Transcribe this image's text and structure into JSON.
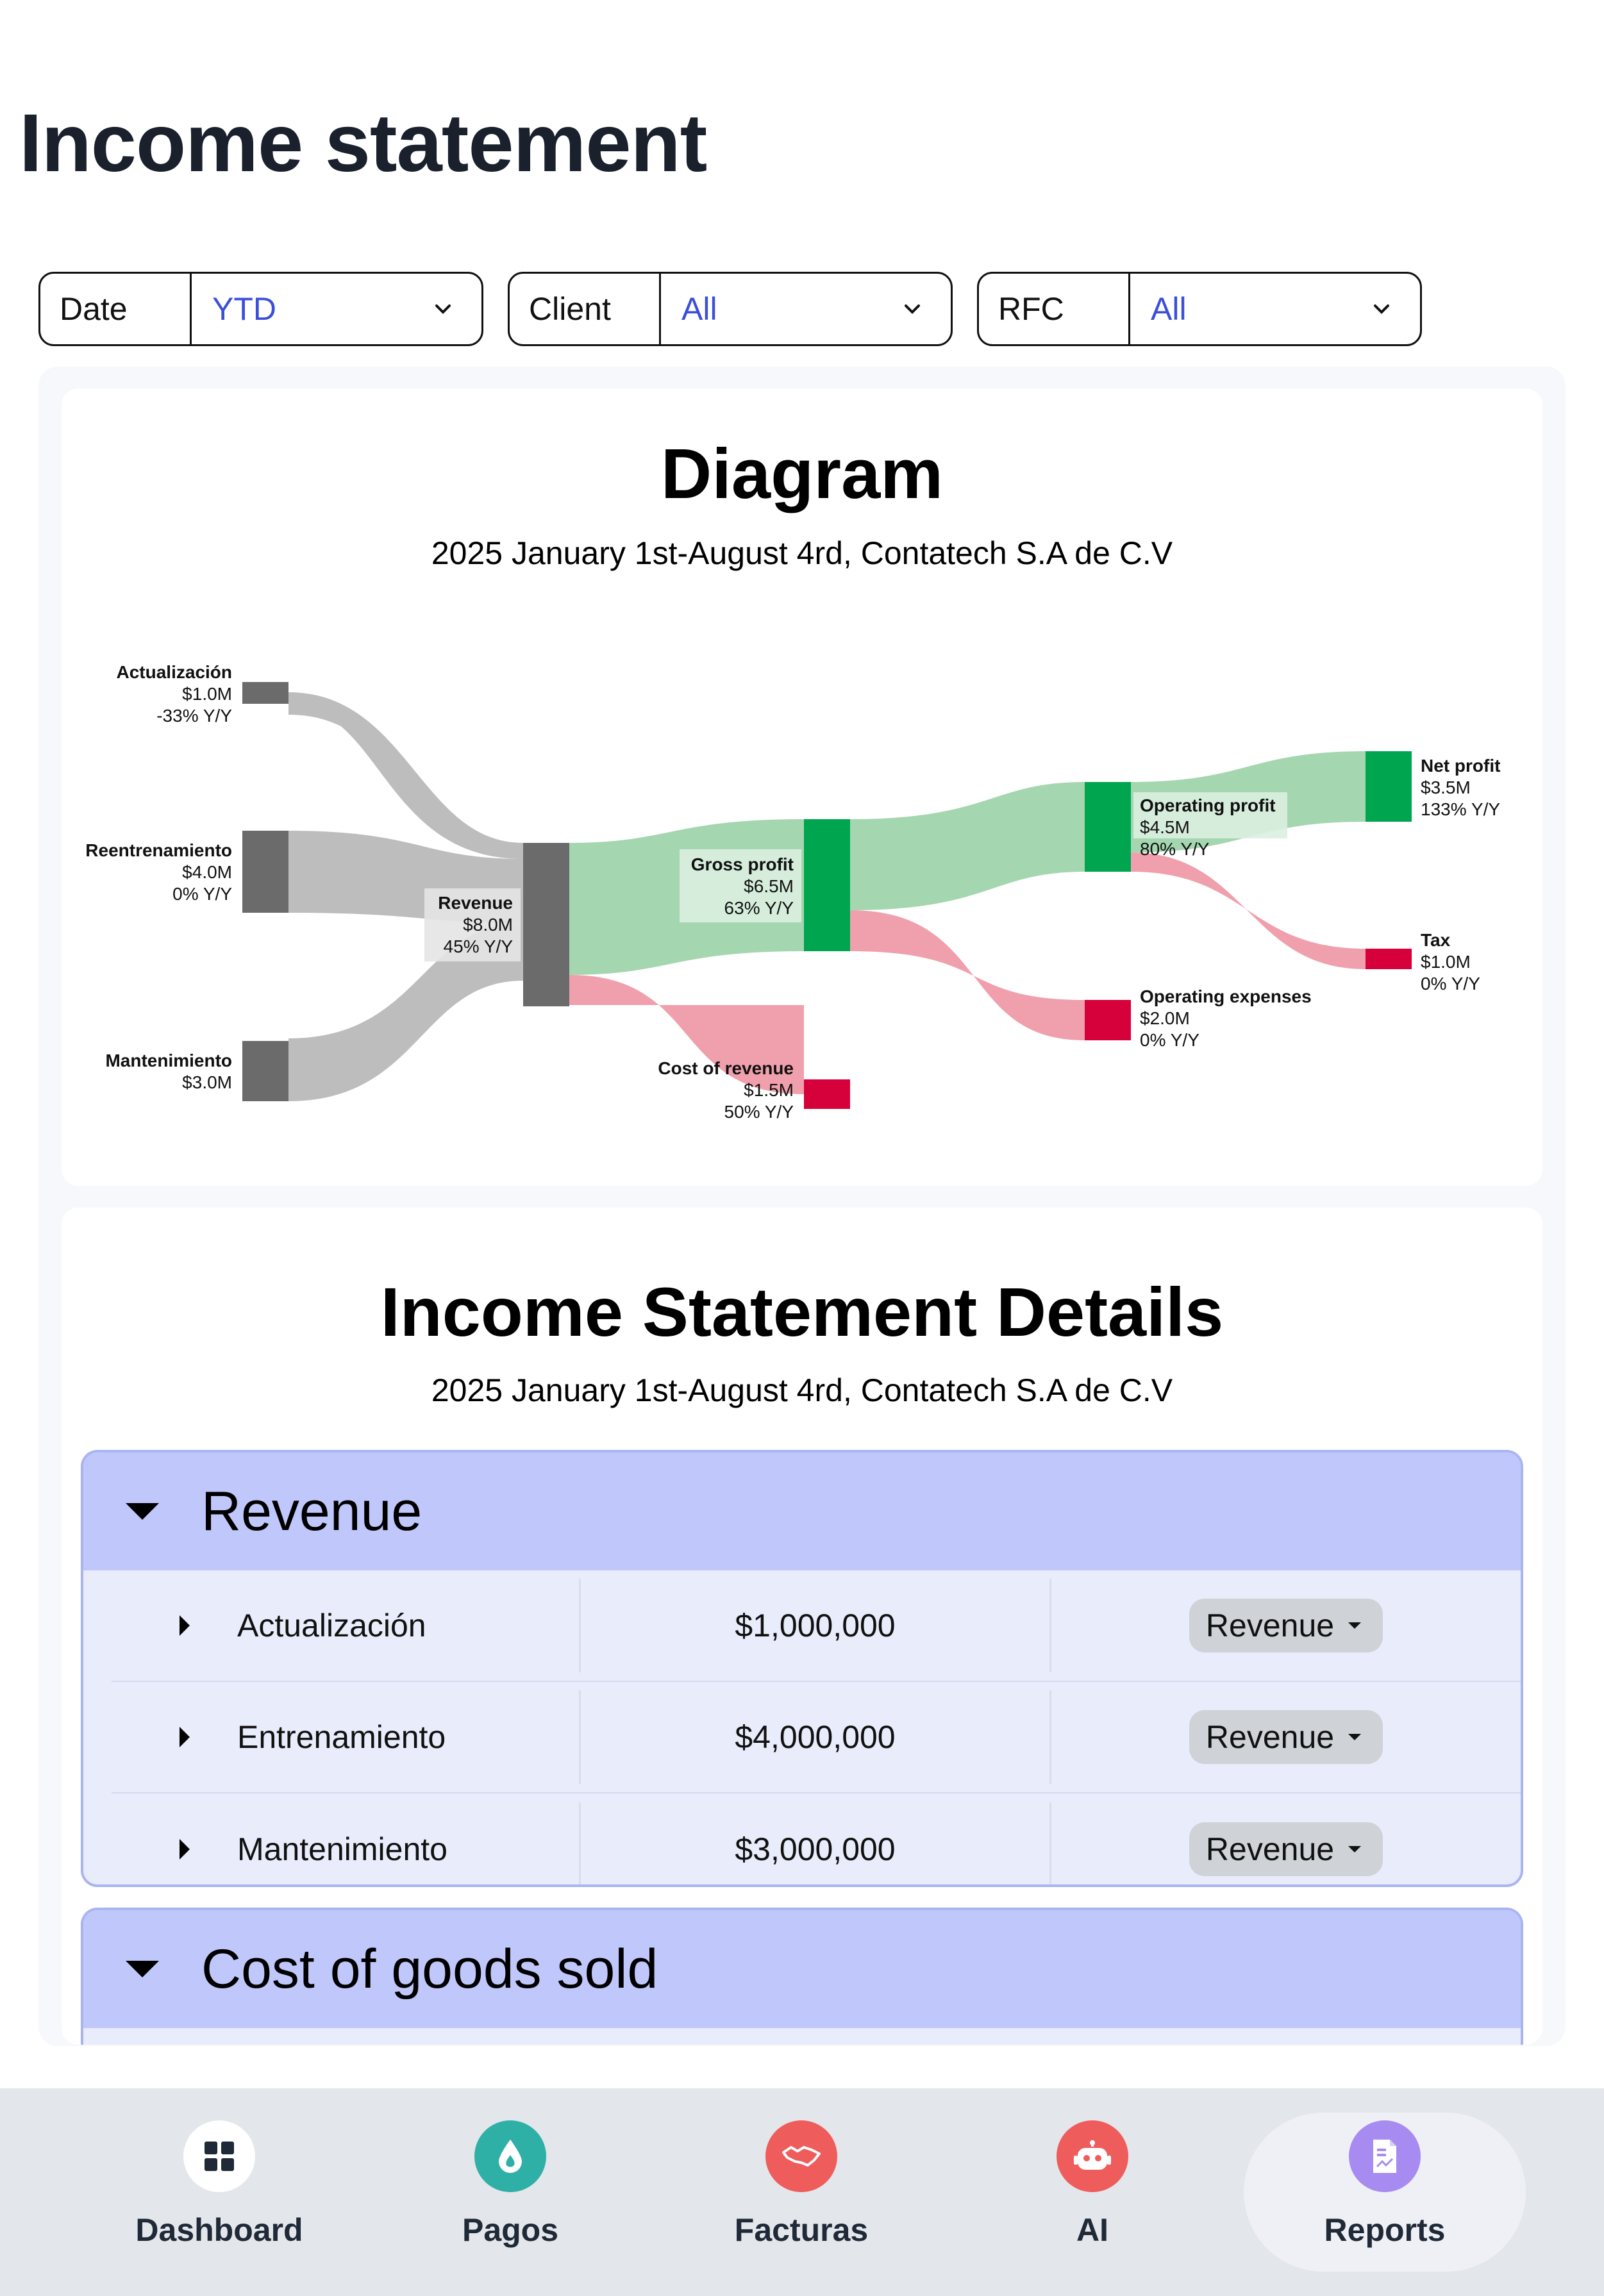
{
  "page": {
    "title": "Income statement"
  },
  "filters": [
    {
      "label": "Date",
      "value": "YTD"
    },
    {
      "label": "Client",
      "value": "All"
    },
    {
      "label": "RFC",
      "value": "All"
    }
  ],
  "diagram": {
    "title": "Diagram",
    "subtitle": "2025 January 1st-August 4rd, Contatech S.A de C.V",
    "nodes": {
      "actualizacion": {
        "name": "Actualización",
        "value": "$1.0M",
        "yoy": "-33% Y/Y"
      },
      "entrenamiento": {
        "name": "Reentrenamiento",
        "value": "$4.0M",
        "yoy": "0% Y/Y"
      },
      "mantenimiento": {
        "name": "Mantenimiento",
        "value": "$3.0M",
        "yoy": ""
      },
      "revenue": {
        "name": "Revenue",
        "value": "$8.0M",
        "yoy": "45% Y/Y"
      },
      "gross_profit": {
        "name": "Gross profit",
        "value": "$6.5M",
        "yoy": "63% Y/Y"
      },
      "cost_of_revenue": {
        "name": "Cost of revenue",
        "value": "$1.5M",
        "yoy": "50% Y/Y"
      },
      "operating_profit": {
        "name": "Operating profit",
        "value": "$4.5M",
        "yoy": "80% Y/Y"
      },
      "operating_expenses": {
        "name": "Operating expenses",
        "value": "$2.0M",
        "yoy": "0% Y/Y"
      },
      "net_profit": {
        "name": "Net profit",
        "value": "$3.5M",
        "yoy": "133% Y/Y"
      },
      "tax": {
        "name": "Tax",
        "value": "$1.0M",
        "yoy": "0% Y/Y"
      }
    },
    "colors": {
      "source": "#6b6b6b",
      "source_link": "#bdbdbd",
      "profit": "#00a54f",
      "profit_link": "#a4d6b0",
      "cost": "#d6003a",
      "cost_link": "#f0a0ad"
    }
  },
  "details": {
    "title": "Income Statement Details",
    "subtitle": "2025 January 1st-August 4rd, Contatech S.A de C.V",
    "sections": [
      {
        "name": "Revenue",
        "rows": [
          {
            "name": "Actualización",
            "amount": "$1,000,000",
            "category": "Revenue"
          },
          {
            "name": "Entrenamiento",
            "amount": "$4,000,000",
            "category": "Revenue"
          },
          {
            "name": "Mantenimiento",
            "amount": "$3,000,000",
            "category": "Revenue"
          }
        ]
      },
      {
        "name": "Cost of goods sold",
        "rows": []
      }
    ]
  },
  "nav": [
    {
      "label": "Dashboard",
      "icon": "grid-icon",
      "color": "#ffffff"
    },
    {
      "label": "Pagos",
      "icon": "drop-icon",
      "color": "#2fb0a6"
    },
    {
      "label": "Facturas",
      "icon": "handshake-icon",
      "color": "#ef5c5c"
    },
    {
      "label": "AI",
      "icon": "robot-icon",
      "color": "#ef5c5c"
    },
    {
      "label": "Reports",
      "icon": "report-icon",
      "color": "#a78bf0",
      "active": true
    }
  ]
}
